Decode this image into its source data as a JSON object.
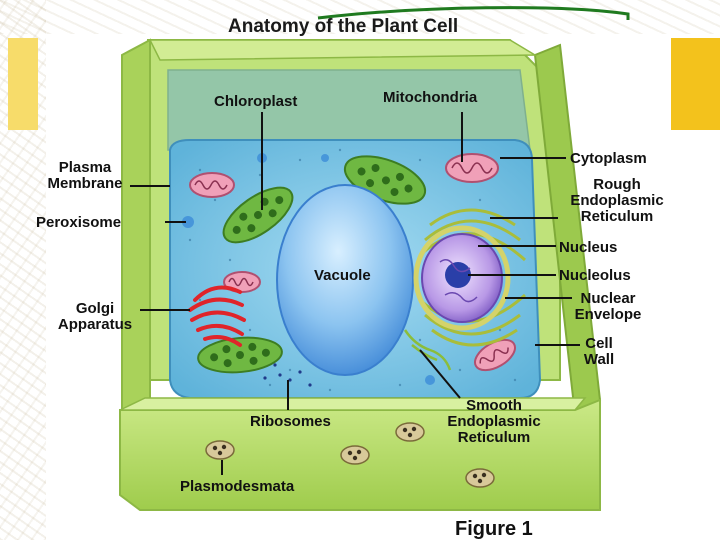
{
  "title": "Anatomy of the Plant Cell",
  "figure_caption": "Figure 1",
  "colors": {
    "wall": "#b5dc62",
    "wall_dark": "#8fbe3c",
    "cytoplasm": "#7fc6e6",
    "vacuole": "#6aaee8",
    "chloroplast": "#4f9a2e",
    "golgi": "#e0242a",
    "nucleus": "#9d7ad6",
    "accent_yellow": "#f3c21c"
  },
  "labels": {
    "chloroplast": "Chloroplast",
    "mitochondria": "Mitochondria",
    "cytoplasm": "Cytoplasm",
    "plasma_membrane_1": "Plasma",
    "plasma_membrane_2": "Membrane",
    "peroxisome": "Peroxisome",
    "rough_er_1": "Rough",
    "rough_er_2": "Endoplasmic",
    "rough_er_3": "Reticulum",
    "nucleus": "Nucleus",
    "nucleolus": "Nucleolus",
    "nuclear_envelope_1": "Nuclear",
    "nuclear_envelope_2": "Envelope",
    "vacuole": "Vacuole",
    "golgi_1": "Golgi",
    "golgi_2": "Apparatus",
    "cell_wall_1": "Cell",
    "cell_wall_2": "Wall",
    "ribosomes": "Ribosomes",
    "smooth_er_1": "Smooth",
    "smooth_er_2": "Endoplasmic",
    "smooth_er_3": "Reticulum",
    "plasmodesmata": "Plasmodesmata"
  }
}
